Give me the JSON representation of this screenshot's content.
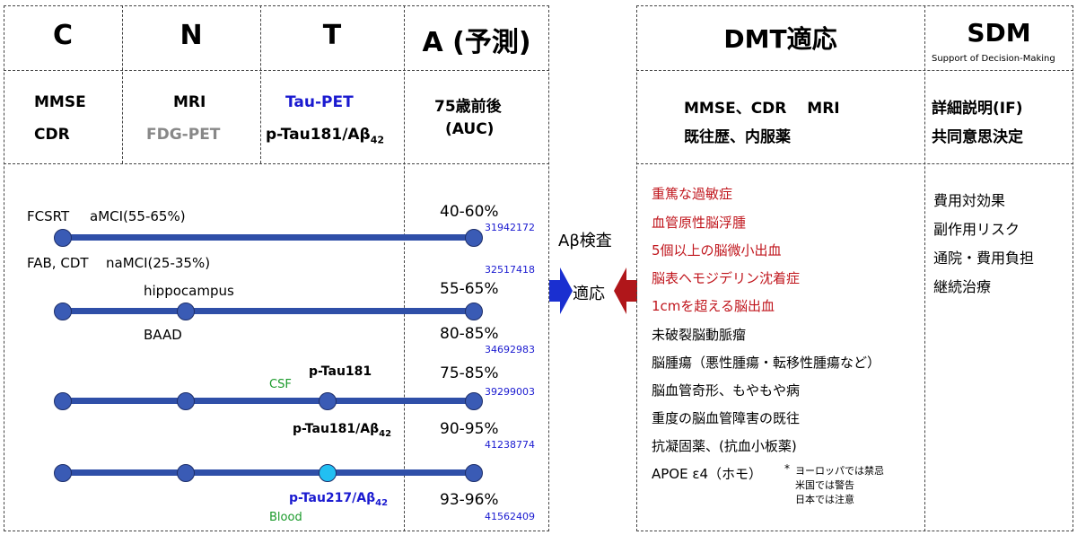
{
  "left_table": {
    "headers": [
      "C",
      "N",
      "T",
      "A (予測)"
    ],
    "c_tests": [
      "MMSE",
      "CDR"
    ],
    "n_tests": [
      "MRI",
      "FDG-PET"
    ],
    "t_tests": [
      "Tau-PET",
      "p-Tau181/Aβ",
      "42"
    ],
    "a_info": [
      "75歳前後",
      "(AUC)"
    ]
  },
  "rows": {
    "r1": {
      "label_left": "FCSRT",
      "label_stage": "aMCI(55-65%)",
      "pct": "40-60%",
      "pmid": "31942172"
    },
    "r2": {
      "label_left": "FAB, CDT",
      "label_stage": "naMCI(25-35%)",
      "pmid_top": "32517418",
      "label_above": "hippocampus",
      "pct_above": "55-65%",
      "label_below": "BAAD",
      "pct_below": "80-85%",
      "pmid": "34692983"
    },
    "r3": {
      "label_csf": "CSF",
      "label_marker": "p-Tau181",
      "pct_above": "75-85%",
      "pmid_above": "39299003",
      "label_marker2": "p-Tau181/Aβ",
      "sub2": "42",
      "pct_below": "90-95%",
      "pmid_below": "41238774"
    },
    "r4": {
      "label_marker": "p-Tau217/Aβ",
      "sub": "42",
      "label_blood": "Blood",
      "pct": "93-96%",
      "pmid": "41562409"
    }
  },
  "middle": {
    "abeta_test": "Aβ検査",
    "indication": "適応"
  },
  "right_table": {
    "headers": [
      "DMT適応",
      "SDM"
    ],
    "sdm_sub": "Support of Decision-Making",
    "dmt_tests": [
      "MMSE、CDR　 MRI",
      "既往歴、内服薬"
    ],
    "sdm_tests": [
      "詳細説明(IF)",
      "共同意思決定"
    ],
    "contraindications_red": [
      "重篤な過敏症",
      "血管原性脳浮腫",
      "5個以上の脳微小出血",
      "脳表ヘモジデリン沈着症",
      "1cmを超える脳出血"
    ],
    "contraindications": [
      "未破裂脳動脈瘤",
      "脳腫瘍（悪性腫瘍・転移性腫瘍など）",
      "脳血管奇形、もやもや病",
      "重度の脳血管障害の既往",
      "抗凝固薬、(抗血小板薬)"
    ],
    "apoe": "APOE ε4（ホモ）",
    "apoe_note": [
      "*",
      "ヨーロッパでは禁忌",
      "米国では警告",
      "日本では注意"
    ],
    "sdm_items": [
      "費用対効果",
      "副作用リスク",
      "通院・費用負担",
      "継続治療"
    ]
  },
  "colors": {
    "bar": "#2f4fa8",
    "node": "#3a5bb5",
    "node_highlight": "#22bff2",
    "red": "#c0161d",
    "blue": "#1a1ad0",
    "green": "#1a9a2a",
    "arrow_blue": "#1a2fd0",
    "arrow_red": "#b0161a"
  }
}
